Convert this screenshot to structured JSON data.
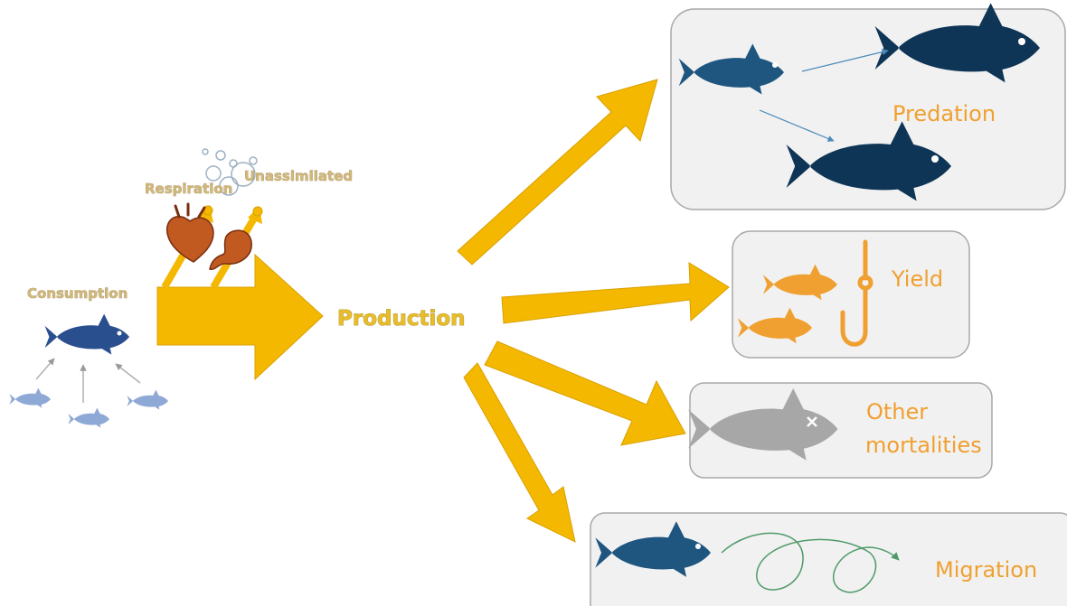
{
  "labels": {
    "consumption": "Consumption",
    "respiration": "Respiration",
    "unassimilated": "Unassimilated",
    "production": "Production",
    "predation": "Predation",
    "yield": "Yield",
    "other_mortalities_line1": "Other",
    "other_mortalities_line2": "mortalities",
    "migration": "Migration"
  },
  "colors": {
    "arrow": "#f5b800",
    "arrow_edge": "#d9a000",
    "fish_consumer": "#2a4f8f",
    "fish_prey": "#8fa9d6",
    "fish_predator": "#0f3556",
    "fish_prey_predation": "#1f5680",
    "fish_yield": "#f0a030",
    "fish_dead": "#a7a7a7",
    "fish_migration": "#1f5680",
    "migration_path": "#4f9a6a",
    "label_orange": "#f0a030",
    "label_gold": "#e8bd2a",
    "label_tan": "#d2b878"
  },
  "icons": [
    "fish-icon",
    "heart-icon",
    "stomach-icon",
    "bubble-icon",
    "hook-icon",
    "dead-fish-icon",
    "loop-path-icon"
  ]
}
